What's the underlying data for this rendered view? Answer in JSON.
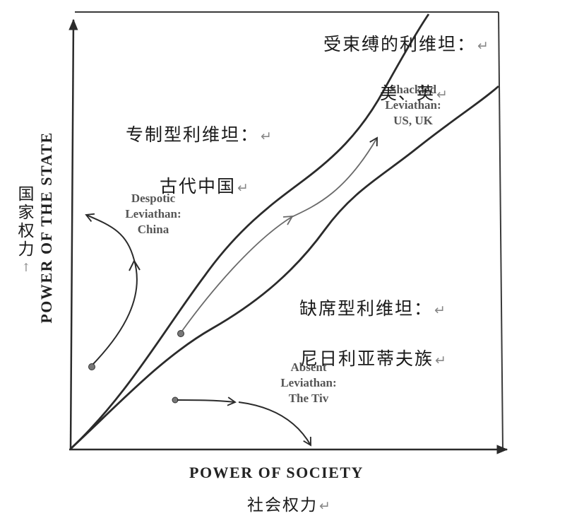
{
  "texts": {
    "y_axis_en": "POWER OF THE STATE",
    "y_axis_cn": [
      "国",
      "家",
      "权",
      "力"
    ],
    "y_axis_cn_mark": "↑",
    "x_axis_en": "POWER OF SOCIETY",
    "x_axis_cn": "社会权力",
    "shackled_cn": "受束缚的利维坦：",
    "shackled_en_lines": [
      "Shackled",
      "Leviathan:",
      "US, UK"
    ],
    "shackled_cn_note": "美、英",
    "despotic_cn": "专制型利维坦：",
    "despotic_cn_note": "古代中国",
    "despotic_en_lines": [
      "Despotic",
      "Leviathan:",
      "China"
    ],
    "absent_cn": "缺席型利维坦：",
    "absent_cn_note": "尼日利亚蒂夫族",
    "absent_en_lines": [
      "Absent",
      "Leviathan:",
      "The Tiv"
    ],
    "return_mark": "↵"
  },
  "colors": {
    "ink": "#2b2b2b",
    "muted_text": "#555555",
    "return_mark": "#888888"
  }
}
